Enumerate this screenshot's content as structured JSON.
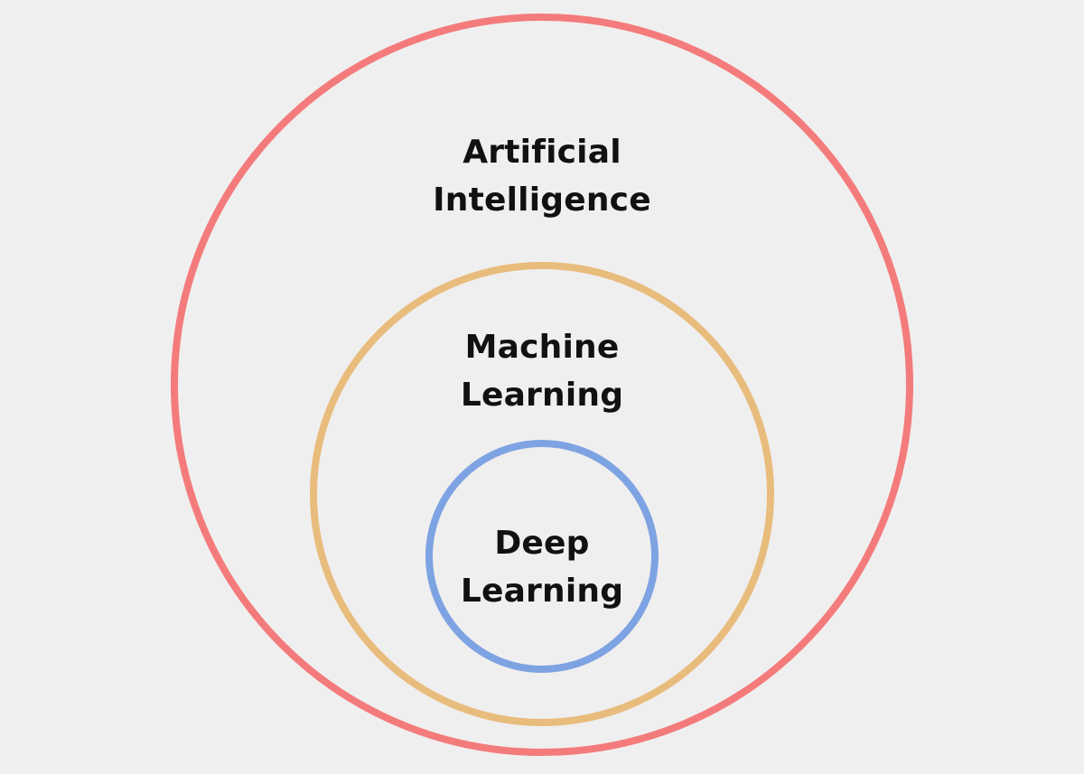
{
  "colors": {
    "background": "#f0efef",
    "ai_ring": "#f47b7b",
    "ml_ring": "#e8bc7c",
    "dl_ring": "#7ea3e3",
    "text": "#111111"
  },
  "circles": [
    {
      "id": "ai",
      "lines": [
        "Artificial",
        "Intelligence"
      ]
    },
    {
      "id": "ml",
      "lines": [
        "Machine",
        "Learning"
      ]
    },
    {
      "id": "dl",
      "lines": [
        "Deep",
        "Learning"
      ]
    }
  ]
}
